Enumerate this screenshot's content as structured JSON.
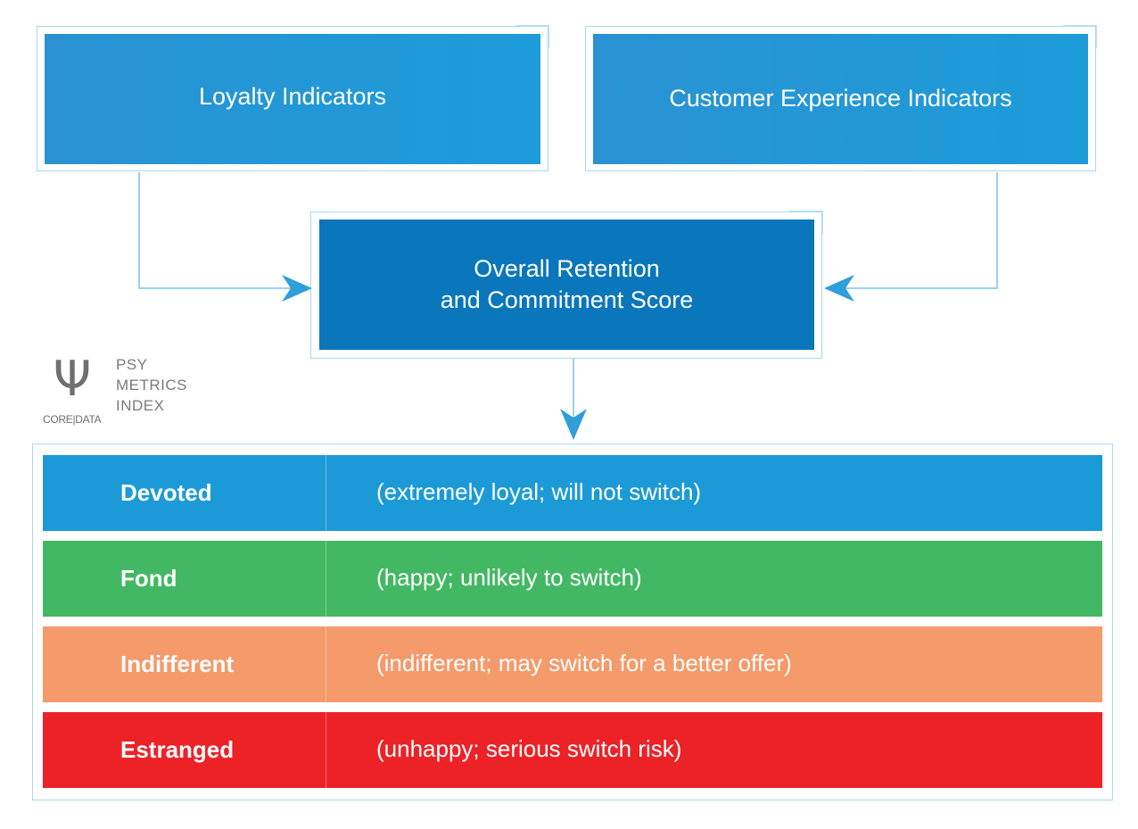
{
  "boxes": {
    "loyalty": "Loyalty Indicators",
    "experience": "Customer Experience Indicators",
    "overall_line1": "Overall Retention",
    "overall_line2": "and Commitment Score"
  },
  "logo": {
    "symbol": "Ψ",
    "line1": "PSY",
    "line2": "METRICS",
    "line3": "INDEX",
    "sub": "CORE|DATA"
  },
  "segments": [
    {
      "name": "Devoted",
      "description": "(extremely loyal; will not switch)",
      "color": "#1c9ad8"
    },
    {
      "name": "Fond",
      "description": "(happy; unlikely to switch)",
      "color": "#43b864"
    },
    {
      "name": "Indifferent",
      "description": "(indifferent; may switch for a better offer)",
      "color": "#f59a6a"
    },
    {
      "name": "Estranged",
      "description": "(unhappy; serious switch risk)",
      "color": "#ec2227"
    }
  ],
  "colors": {
    "outline": "#a9d8ef",
    "top_box": "#1d9cd9",
    "center_box": "#0a76bc",
    "arrow": "#2e9fd9"
  }
}
